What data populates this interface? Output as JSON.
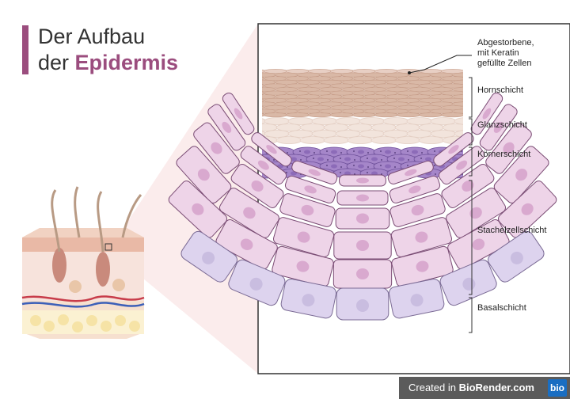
{
  "title": {
    "line1": "Der Aufbau",
    "line2_prefix": "der ",
    "line2_accent": "Epidermis"
  },
  "annotation": {
    "line1": "Abgestorbene,",
    "line2": "mit Keratin",
    "line3": "gefüllte Zellen"
  },
  "layers": [
    {
      "label": "Hornschicht"
    },
    {
      "label": "Glanzschicht"
    },
    {
      "label": "Körnerschicht"
    },
    {
      "label": "Stachelzellschicht"
    },
    {
      "label": "Basalschicht"
    }
  ],
  "credit": {
    "prefix": "Created in ",
    "brand": "BioRender.com",
    "logo": "bio"
  },
  "colors": {
    "accent": "#9b4d7e",
    "horny": "#d9b8a6",
    "lucidum": "#f2e4dc",
    "granular": "#a586c9",
    "spinous": "#eed4e8",
    "basal": "#ddd3ee",
    "nucleus": "#d9a9cf"
  }
}
